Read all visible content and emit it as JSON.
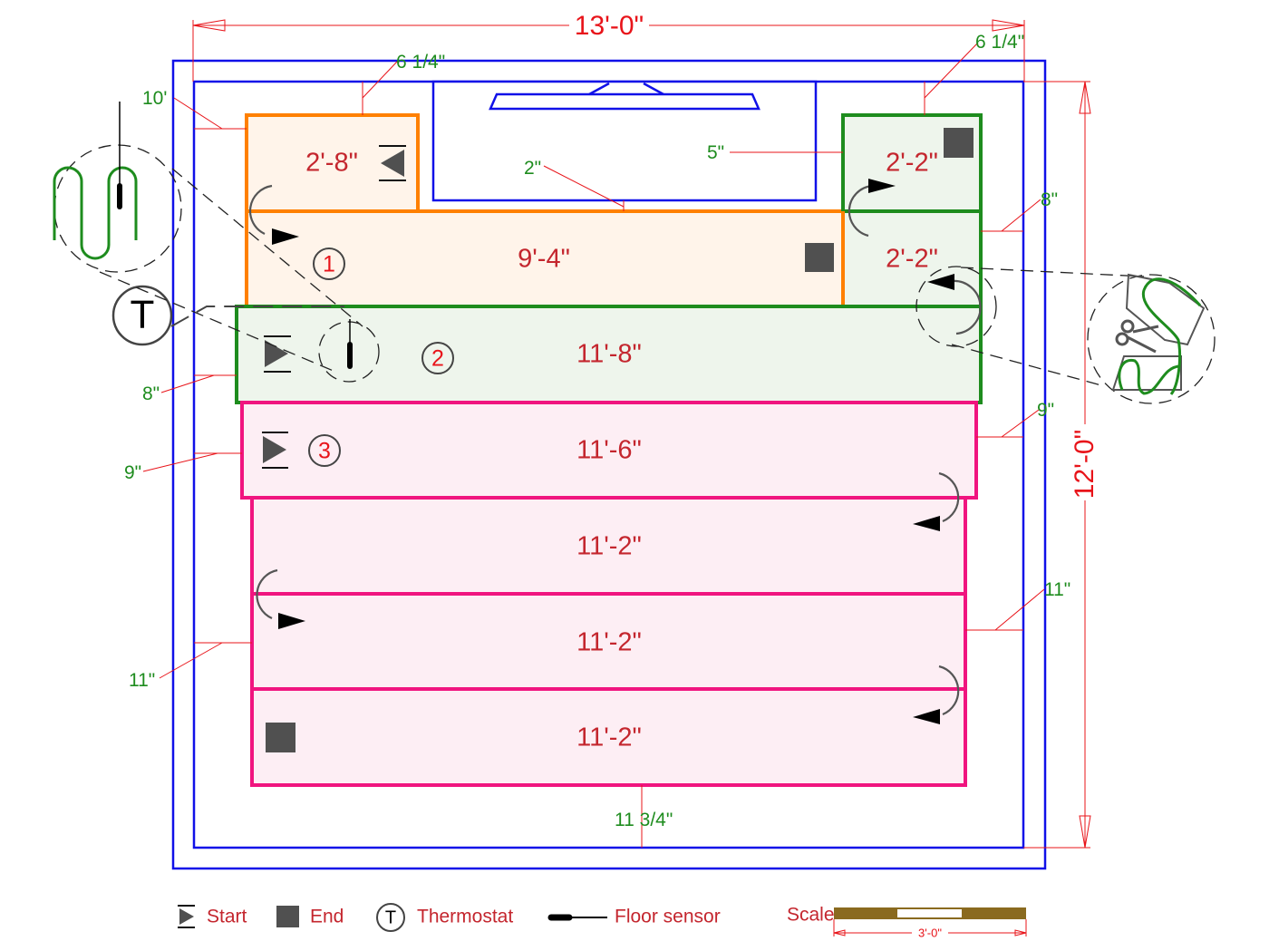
{
  "overall_dimensions": {
    "width": "13'-0\"",
    "depth": "12'-0\""
  },
  "zones": [
    {
      "id": "1",
      "color": "#ff8000",
      "fill": "#fff4ea",
      "segments": [
        "2'-8\"",
        "9'-4\""
      ]
    },
    {
      "id": "2",
      "color": "#1e8c1e",
      "fill": "#eef5ec",
      "segments": [
        "2'-2\"",
        "2'-2\"",
        "11'-8\""
      ]
    },
    {
      "id": "3",
      "color": "#f0157f",
      "fill": "#fdeef4",
      "segments": [
        "11'-6\"",
        "11'-2\"",
        "11'-2\"",
        "11'-2\""
      ]
    }
  ],
  "clearances": {
    "top_left": "6 1/4\"",
    "top_right": "6 1/4\"",
    "left_top": "10'",
    "cabinet": "2\"",
    "cabinet_side": "5\"",
    "right_upper": "8\"",
    "left_zone2": "8\"",
    "right_zone3": "9\"",
    "left_zone3": "9\"",
    "right_lower": "11\"",
    "left_lower": "11\"",
    "bottom": "11 3/4\""
  },
  "thermostat_symbol": "T",
  "legend": {
    "start": "Start",
    "end": "End",
    "thermostat": "Thermostat",
    "thermostat_symbol": "T",
    "floor_sensor": "Floor sensor",
    "scale_label": "Scale",
    "scale_length": "3'-0\""
  },
  "colors": {
    "wall": "#1010e8",
    "dimension": "#e8141a",
    "clearance": "#1e8c1e",
    "marker": "#505050",
    "scale_bar": "#8a6a1f"
  }
}
